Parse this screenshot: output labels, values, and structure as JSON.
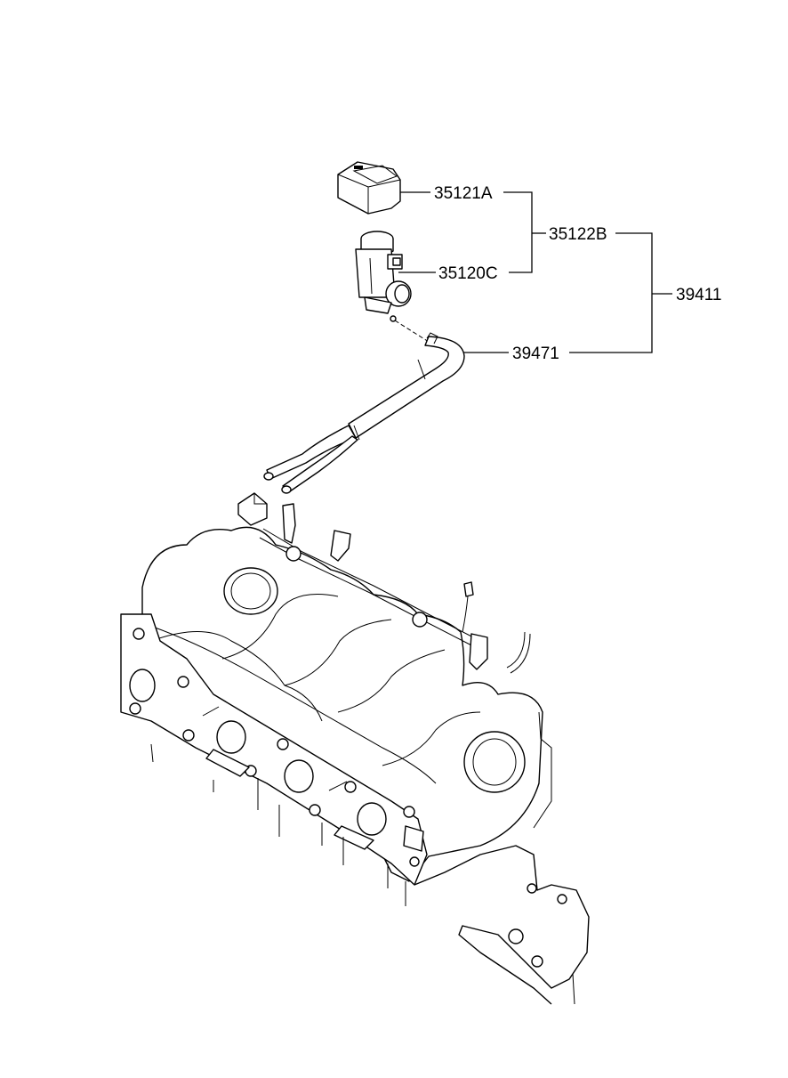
{
  "diagram": {
    "labels": {
      "cap": "35121A",
      "assembly": "35122B",
      "sensor": "35120C",
      "kit": "39411",
      "hose": "39471"
    }
  }
}
